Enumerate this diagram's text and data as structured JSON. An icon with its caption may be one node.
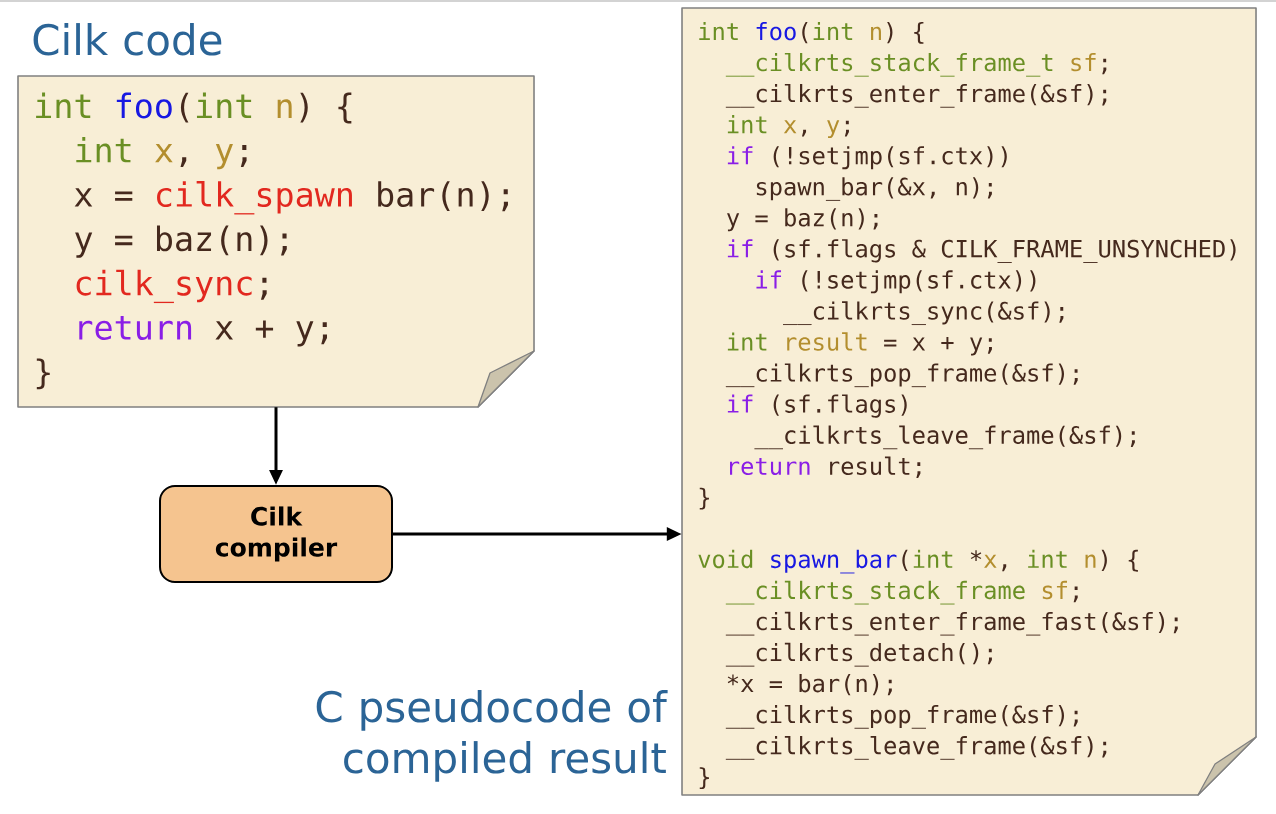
{
  "diagram": {
    "nodes": [
      {
        "text": [
          "Cilk code",
          "int foo(int n) {",
          "int x, y;",
          "x = cilk_spawn bar(n);",
          "y = baz(n);",
          "cilk_sync;",
          "return x + y;",
          "}"
        ]
      },
      {
        "text": [
          "Cilk compiler"
        ]
      },
      {
        "text": [
          "C pseudocode of compiled result",
          "int foo(int n) {",
          "__cilkrts_stack_frame_t sf;",
          "__cilkrts_enter_frame(&sf);",
          "int x, y;",
          "if (!setjmp(sf.ctx))",
          "spawn_bar(&x, n);",
          "y = baz(n);",
          "if (sf.flags & CILK_FRAME_UNSYNCHED)",
          "if (!setjmp(sf.ctx))",
          "__cilkrts_sync(&sf);",
          "int result = x + y;",
          "__cilkrts_pop_frame(&sf);",
          "if (sf.flags)",
          "__cilkrts_leave_frame(&sf);",
          "return result;",
          "}",
          "void spawn_bar(int *x, int n) {",
          "__cilkrts_stack_frame sf;",
          "__cilkrts_enter_frame_fast(&sf);",
          "__cilkrts_detach();",
          "*x = bar(n);",
          "__cilkrts_pop_frame(&sf);",
          "__cilkrts_leave_frame(&sf);",
          "}"
        ]
      }
    ],
    "edges": [
      {
        "from": 0,
        "to": 1,
        "arrow": "to"
      },
      {
        "from": 1,
        "to": 2,
        "arrow": "to"
      }
    ]
  }
}
